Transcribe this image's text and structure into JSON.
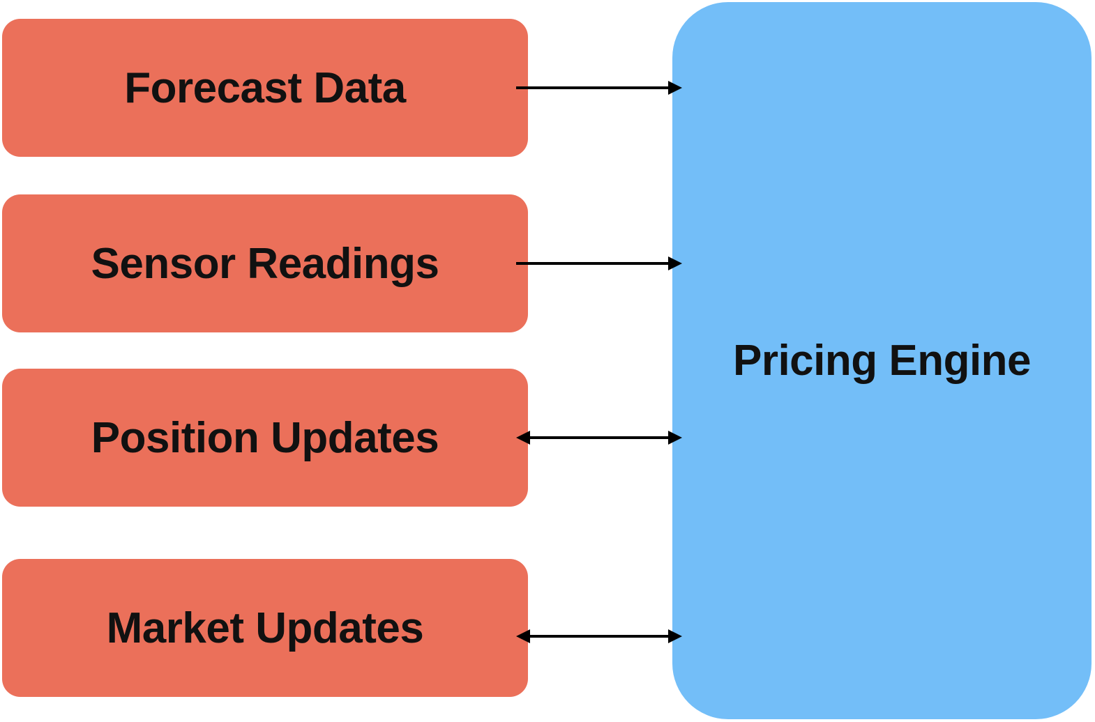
{
  "colors": {
    "source_fill": "#EB705A",
    "engine_fill": "#73BEF8",
    "arrow": "#000000",
    "text": "#111111"
  },
  "sources": [
    {
      "label": "Forecast Data",
      "direction": "one-way"
    },
    {
      "label": "Sensor Readings",
      "direction": "one-way"
    },
    {
      "label": "Position Updates",
      "direction": "two-way"
    },
    {
      "label": "Market Updates",
      "direction": "two-way"
    }
  ],
  "engine": {
    "label": "Pricing Engine"
  }
}
